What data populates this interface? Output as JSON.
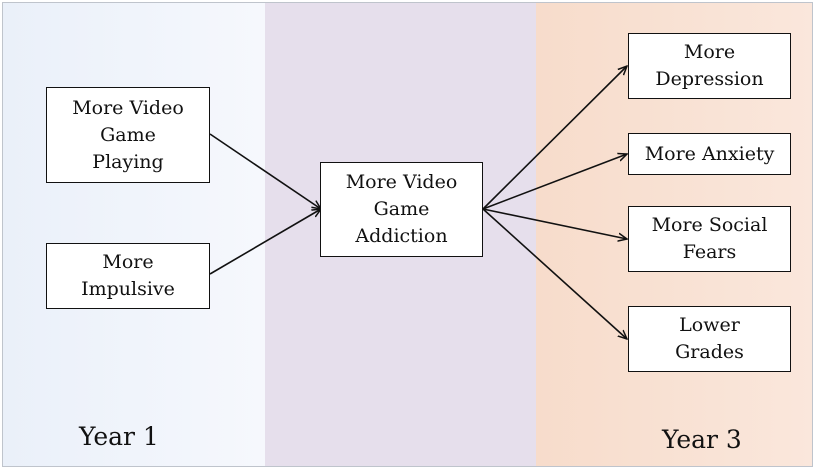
{
  "colors": {
    "year1_band": "#eef3fb",
    "year2_band": "#e6dfec",
    "year3_band": "#f8e0d1",
    "box_fill": "#ffffff",
    "line": "#111111"
  },
  "inputs": {
    "more_video_game_playing": "More Video\nGame\nPlaying",
    "more_impulsive": "More\nImpulsive"
  },
  "mediator": {
    "more_video_game_addiction": "More Video\nGame\nAddiction"
  },
  "outcomes": {
    "more_depression": "More\nDepression",
    "more_anxiety": "More Anxiety",
    "more_social_fears": "More Social\nFears",
    "lower_grades": "Lower\nGrades"
  },
  "labels": {
    "year1": "Year 1",
    "year3": "Year 3"
  }
}
